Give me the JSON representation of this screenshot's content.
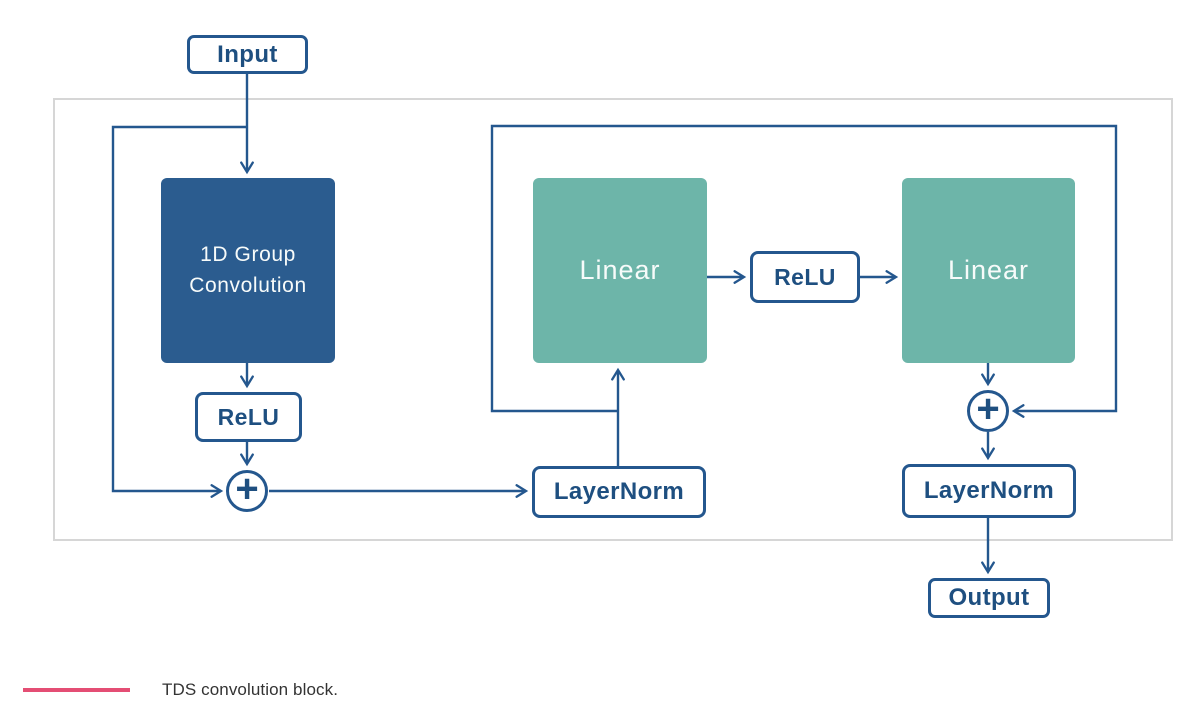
{
  "colors": {
    "navy": "#24578e",
    "text_navy": "#1e4f80",
    "dark_blue_fill": "#2b5c8f",
    "teal_fill": "#6db5a9",
    "container_border": "#d6d6d6",
    "accent_pink": "#e44e74",
    "caption_color": "#333333"
  },
  "diagram": {
    "nodes": {
      "input": "Input",
      "conv": "1D Group\nConvolution",
      "relu_left": "ReLU",
      "layernorm_left": "LayerNorm",
      "linear_left": "Linear",
      "relu_mid": "ReLU",
      "linear_right": "Linear",
      "layernorm_right": "LayerNorm",
      "output": "Output",
      "add_left_glyph": "+",
      "add_right_glyph": "+"
    }
  },
  "caption": {
    "text": "TDS convolution block."
  }
}
